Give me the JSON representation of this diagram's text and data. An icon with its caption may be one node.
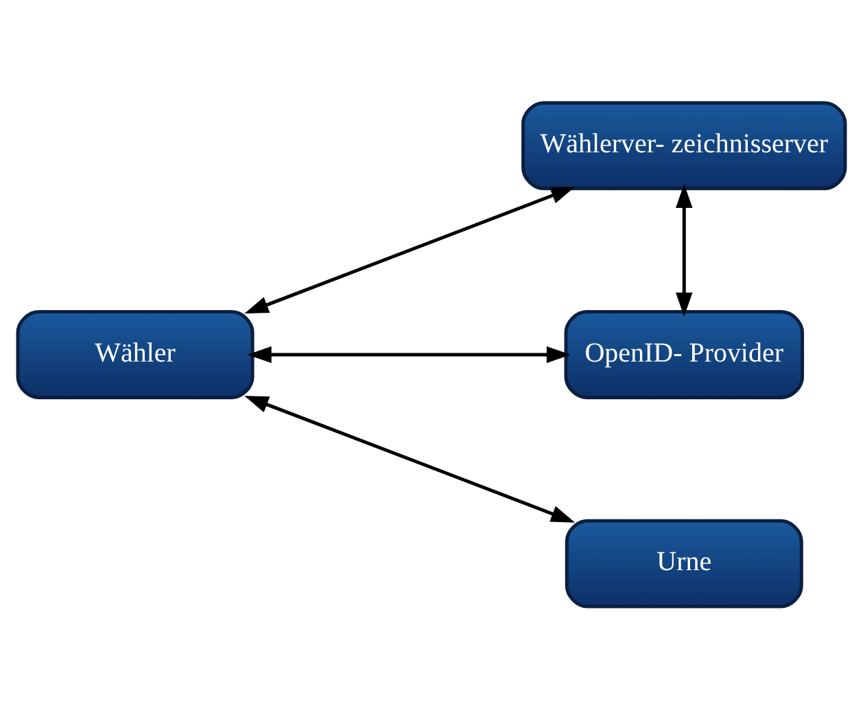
{
  "diagram": {
    "nodes": [
      {
        "text": [
          "Wähler"
        ]
      },
      {
        "text": [
          "Wählerver- zeichnisserver"
        ]
      },
      {
        "text": [
          "OpenID- Provider"
        ]
      },
      {
        "text": [
          "Urne"
        ]
      }
    ],
    "edges": [
      {
        "from": 0,
        "to": 1,
        "arrow": "both"
      },
      {
        "from": 0,
        "to": 2,
        "arrow": "both"
      },
      {
        "from": 0,
        "to": 3,
        "arrow": "both"
      },
      {
        "from": 1,
        "to": 2,
        "arrow": "both"
      }
    ]
  }
}
